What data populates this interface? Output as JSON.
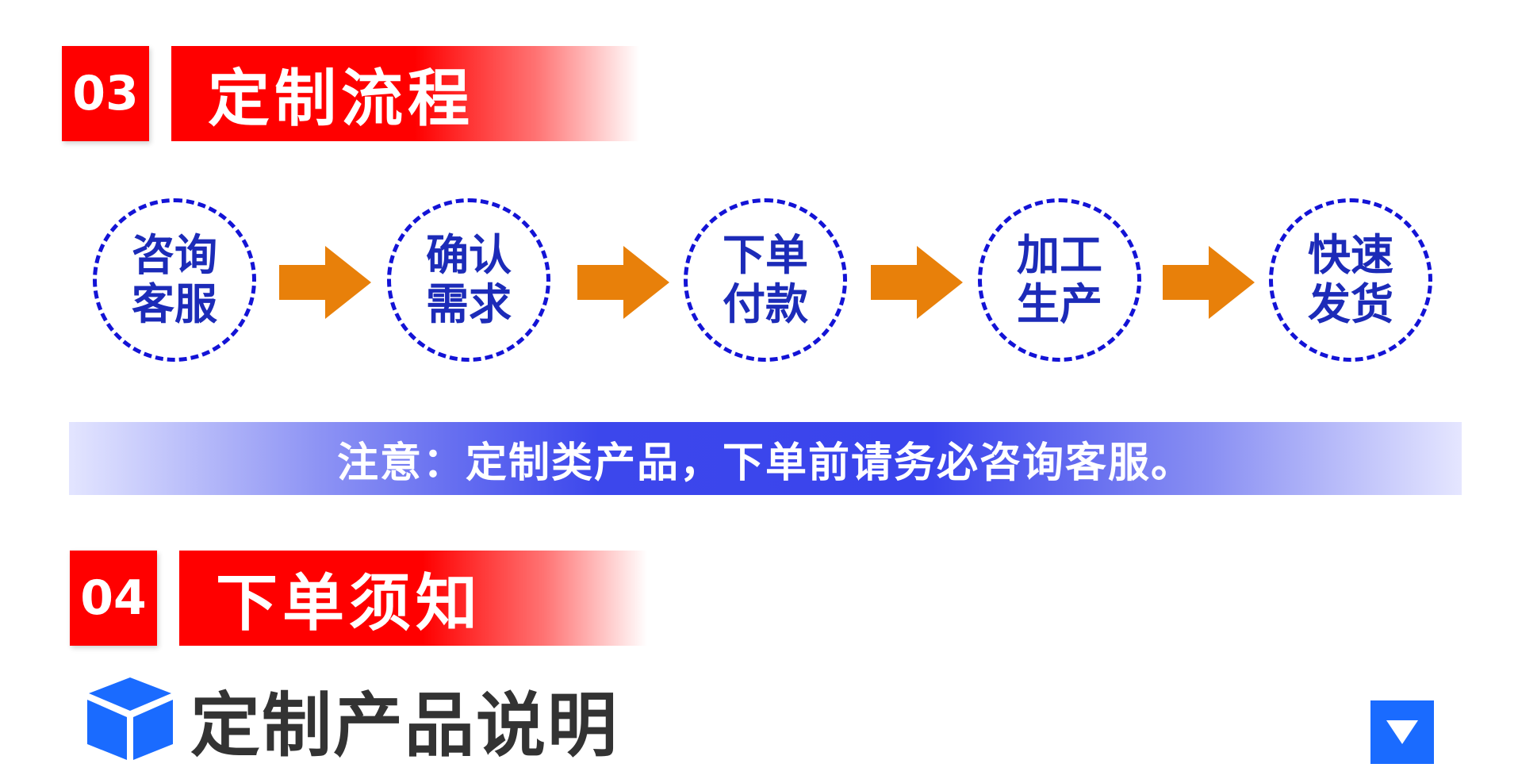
{
  "section3": {
    "number": "03",
    "title": "定制流程"
  },
  "process": {
    "steps": [
      {
        "line1": "咨询",
        "line2": "客服"
      },
      {
        "line1": "确认",
        "line2": "需求"
      },
      {
        "line1": "下单",
        "line2": "付款"
      },
      {
        "line1": "加工",
        "line2": "生产"
      },
      {
        "line1": "快速",
        "line2": "发货"
      }
    ],
    "circle_color": "#1313d6",
    "arrow_color": "#e8800a"
  },
  "notice": {
    "text": "注意：定制类产品，下单前请务必咨询客服。"
  },
  "section4": {
    "number": "04",
    "title": "下单须知"
  },
  "product_section": {
    "title": "定制产品说明",
    "icon": "cube-icon",
    "toggle_icon": "triangle-down-icon"
  },
  "colors": {
    "accent_red": "#ff0000",
    "accent_blue": "#1a6bff"
  }
}
